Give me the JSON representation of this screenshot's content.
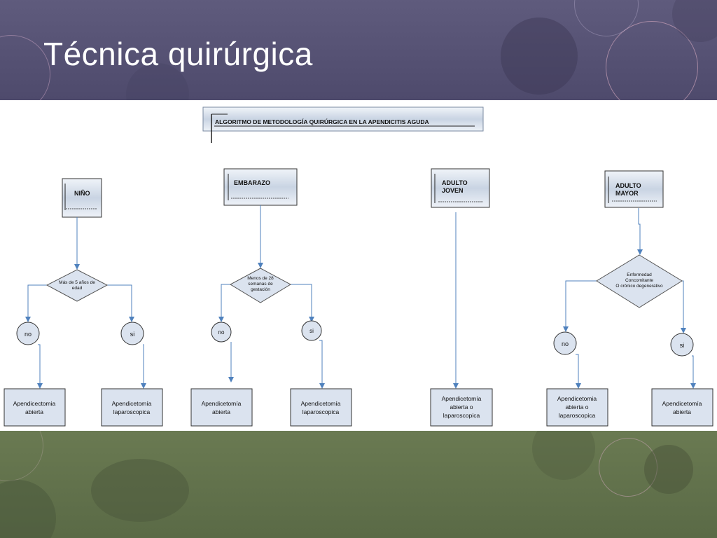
{
  "slide": {
    "title": "Técnica quirúrgica"
  },
  "diagram": {
    "heading": "ALGORITMO DE METODOLOGÍA QUIRÚRGICA EN LA APENDICITIS AGUDA",
    "categories": {
      "nino": "NIÑO",
      "embarazo": "EMBARAZO",
      "adulto_joven": [
        "ADULTO",
        "JOVEN"
      ],
      "adulto_mayor": [
        "ADULTO",
        "MAYOR"
      ]
    },
    "decisions": {
      "nino": [
        "Más de 5 años de",
        "edad"
      ],
      "embarazo": [
        "Menos de 28",
        "semanas de",
        "gestación"
      ],
      "adulto_mayor": [
        "Enfermedad",
        "Concomitante",
        "O crónico degenerativo"
      ]
    },
    "answers": {
      "no": "no",
      "si": "si"
    },
    "outcomes": {
      "nino_no": [
        "Apendicectomia",
        "abierta"
      ],
      "nino_si": [
        "Apendicetomía",
        "laparoscopica"
      ],
      "embarazo_no": [
        "Apendicetomía",
        "abierta"
      ],
      "embarazo_si": [
        "Apendicetomía",
        "laparoscopica"
      ],
      "adulto_joven": [
        "Apendicetomía",
        "abierta o",
        "laparoscopica"
      ],
      "adulto_mayor_no": [
        "Apendicetomia",
        "abierta o",
        "laparoscopica"
      ],
      "adulto_mayor_si": [
        "Apendicetomía",
        "abierta"
      ]
    },
    "colors": {
      "connector": "#4f81bd",
      "node_fill": "#dbe3ef",
      "node_stroke": "#6a7a8c",
      "header_bg": "#57537a",
      "footer_bg": "#627248"
    }
  }
}
